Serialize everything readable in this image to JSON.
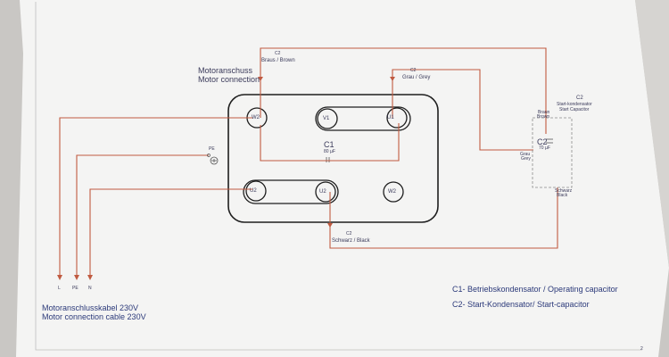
{
  "heading": {
    "line1": "Motoranschuss",
    "line2": "Motor connection"
  },
  "terminals": {
    "w2_top": "W2",
    "v1": "V1",
    "u1": "U1",
    "u2_left": "U2",
    "u2_mid": "U2",
    "w2_bottom": "W2"
  },
  "capacitor_c1": {
    "name": "C1",
    "value": "80 µF"
  },
  "capacitor_c2": {
    "title_name": "C2",
    "title_line1": "Start-kondensator",
    "title_line2": "Start Capacitor",
    "body_name": "C2",
    "body_value": "70 µF",
    "brown_label_1": "Braun",
    "brown_label_2": "Brown",
    "grey_label_1": "Grau",
    "grey_label_2": "Grey",
    "black_label_1": "Schwarz",
    "black_label_2": "Black"
  },
  "wire_labels": {
    "brown_name": "C2",
    "brown_text": "Braus / Brown",
    "grey_name": "C2",
    "grey_text": "Grau / Grey",
    "black_name": "C2",
    "black_text": "Schwarz / Black"
  },
  "ground_label": "PE",
  "supply_terminals": [
    "L",
    "PE",
    "N"
  ],
  "cable": {
    "line1": "Motoranschlusskabel 230V",
    "line2": "Motor connection cable 230V"
  },
  "legend": {
    "c1": "C1- Betriebskondensator / Operating capacitor",
    "c2": "C2- Start-Kondensator/ Start-capacitor"
  },
  "page_number": "2",
  "colors": {
    "paper": "#f4f4f4",
    "wire": "#c05a40",
    "ink": "#1e1e1e",
    "dashed": "#8a8a8a",
    "text_blue": "#2c3a7a"
  }
}
